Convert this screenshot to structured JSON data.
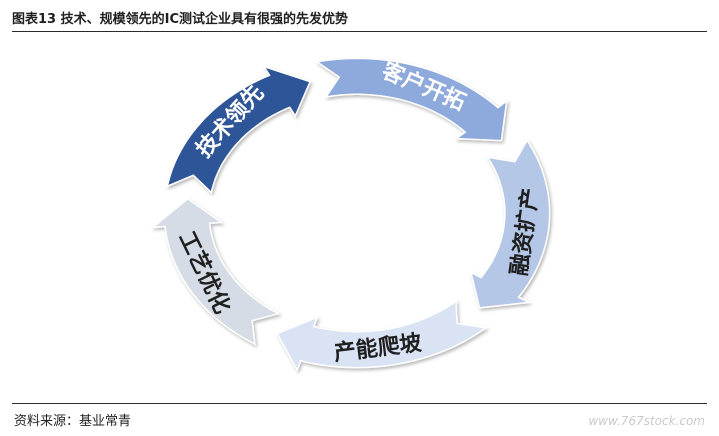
{
  "figure": {
    "title": "图表13  技术、规模领先的IC测试企业具有很强的先发优势",
    "source": "资料来源：基业常青",
    "watermark": "www.767stock.com"
  },
  "cycle": {
    "stages": [
      {
        "label": "技术领先",
        "fill": "#2f5597",
        "stroke": "#ffffff",
        "text_color": "#ffffff"
      },
      {
        "label": "客户开拓",
        "fill": "#8ea9db",
        "stroke": "#ffffff",
        "text_color": "#ffffff"
      },
      {
        "label": "融资扩产",
        "fill": "#b4c7e7",
        "stroke": "#ffffff",
        "text_color": "#1f1f1f"
      },
      {
        "label": "产能爬坡",
        "fill": "#dae3f3",
        "stroke": "#ffffff",
        "text_color": "#1f1f1f"
      },
      {
        "label": "工艺优化",
        "fill": "#d6dce5",
        "stroke": "#ffffff",
        "text_color": "#1f1f1f"
      }
    ]
  }
}
